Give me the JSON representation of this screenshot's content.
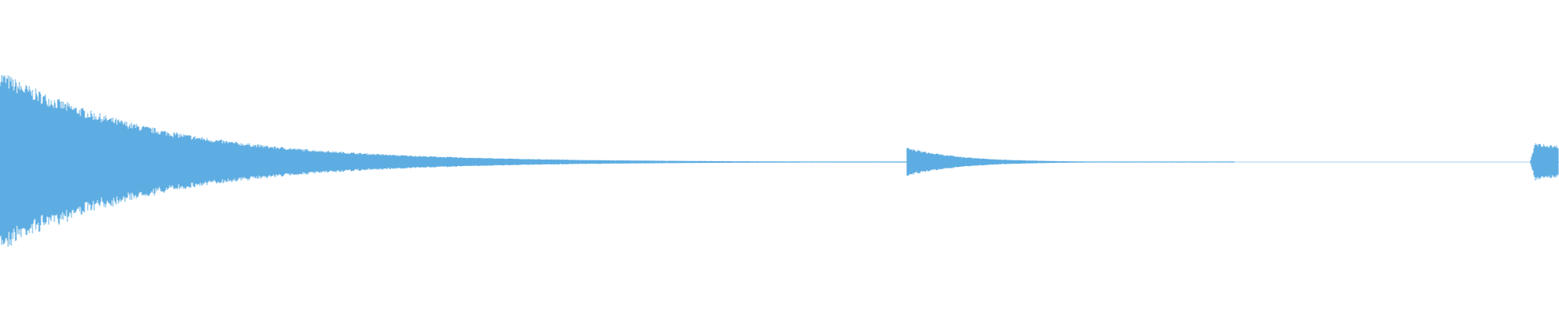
{
  "waveform": {
    "color": "#5dade2",
    "background": "#ffffff",
    "events": [
      {
        "onset": 0.0,
        "peak": 0.57,
        "decay": 0.1
      },
      {
        "onset": 0.582,
        "peak": 0.09,
        "decay": 0.035
      },
      {
        "onset": 0.982,
        "peak": 0.12,
        "decay": 0.1
      }
    ]
  }
}
